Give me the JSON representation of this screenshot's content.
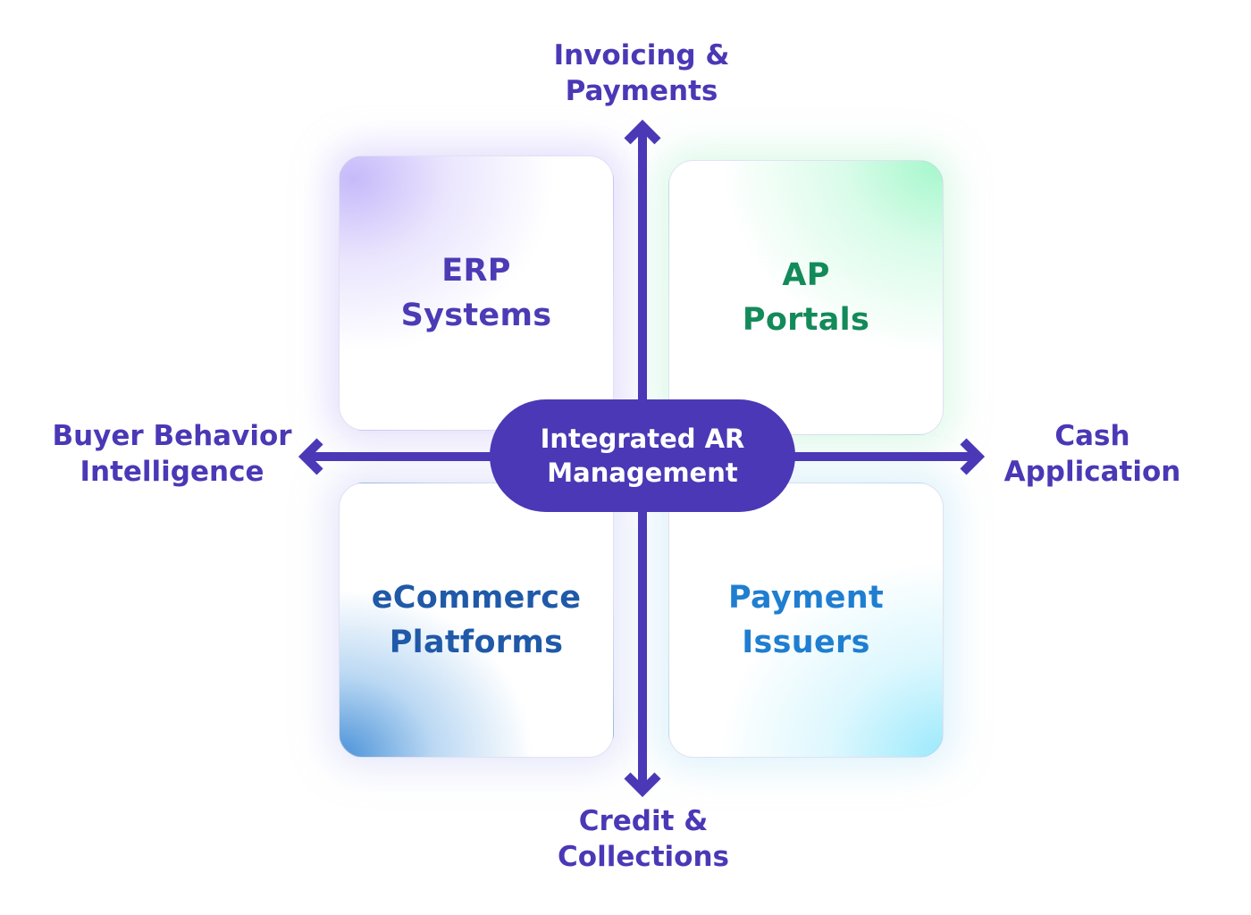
{
  "center": {
    "line1": "Integrated AR",
    "line2": "Management"
  },
  "quadrants": {
    "top_left": {
      "line1": "ERP",
      "line2": "Systems"
    },
    "top_right": {
      "line1": "AP",
      "line2": "Portals"
    },
    "bottom_left": {
      "line1": "eCommerce",
      "line2": "Platforms"
    },
    "bottom_right": {
      "line1": "Payment",
      "line2": "Issuers"
    }
  },
  "axes": {
    "top": {
      "line1": "Invoicing &",
      "line2": "Payments"
    },
    "bottom": {
      "line1": "Credit &",
      "line2": "Collections"
    },
    "left": {
      "line1": "Buyer Behavior",
      "line2": "Intelligence"
    },
    "right": {
      "line1": "Cash",
      "line2": "Application"
    }
  },
  "colors": {
    "accent": "#4a38b6",
    "erp_text": "#4b3bb5",
    "ap_text": "#138a5a",
    "ecommerce_text": "#1f59a8",
    "payment_text": "#1f7ed0"
  }
}
